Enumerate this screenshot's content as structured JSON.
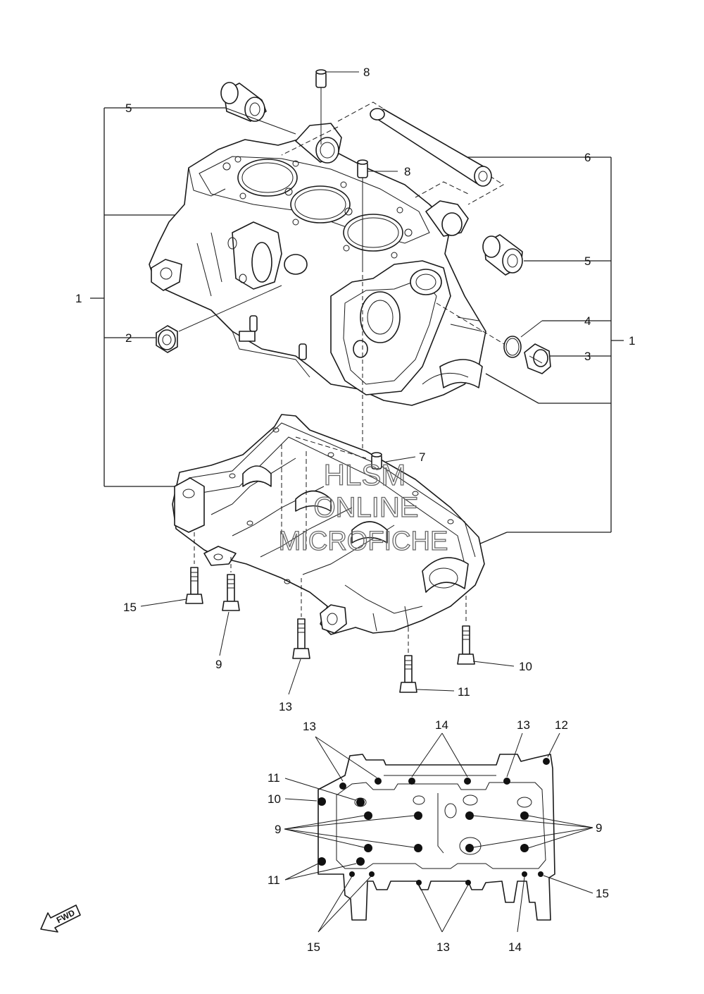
{
  "watermark": {
    "line1": "HLSM",
    "line2": "ONLINE",
    "line3": "MICROFICHE"
  },
  "direction_label": "FWD",
  "callouts": {
    "c1_left": "1",
    "c1_right": "1",
    "c2": "2",
    "c3": "3",
    "c4": "4",
    "c5_top": "5",
    "c5_right": "5",
    "c6": "6",
    "c7": "7",
    "c8_top": "8",
    "c8_mid": "8",
    "c9": "9",
    "c10": "10",
    "c11": "11",
    "c13": "13",
    "c15": "15"
  },
  "inset": {
    "top_13_left": "13",
    "top_14": "14",
    "top_13_right": "13",
    "top_12": "12",
    "left_11_top": "11",
    "left_10": "10",
    "left_9": "9",
    "left_11_bottom": "11",
    "right_9": "9",
    "right_15": "15",
    "bottom_15": "15",
    "bottom_13": "13",
    "bottom_14": "14"
  }
}
